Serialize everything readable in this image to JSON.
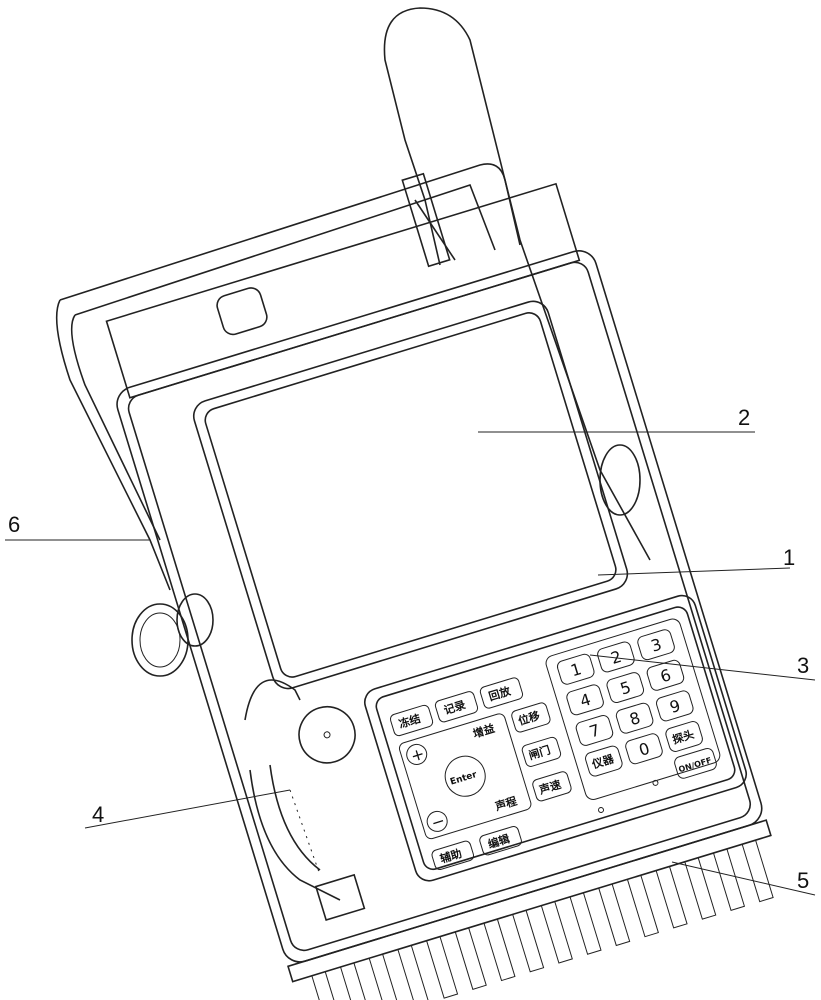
{
  "callouts": [
    {
      "label": "1",
      "part": "body"
    },
    {
      "label": "2",
      "part": "screen"
    },
    {
      "label": "3",
      "part": "keypad"
    },
    {
      "label": "4",
      "part": "strap"
    },
    {
      "label": "5",
      "part": "heat-sink"
    },
    {
      "label": "6",
      "part": "stand"
    }
  ],
  "keypad": {
    "function_keys": [
      "冻结",
      "记录",
      "回放"
    ],
    "nav_keys": [
      "增益",
      "声程",
      "Enter",
      "+",
      "−"
    ],
    "middle_keys": [
      "位移",
      "闸门",
      "声速"
    ],
    "digits": [
      "1",
      "2",
      "3",
      "4",
      "5",
      "6",
      "7",
      "8",
      "9",
      "0"
    ],
    "right_keys": [
      "仪器",
      "探头",
      "ON/OFF"
    ],
    "bottom_keys": [
      "辅助",
      "编辑"
    ]
  }
}
